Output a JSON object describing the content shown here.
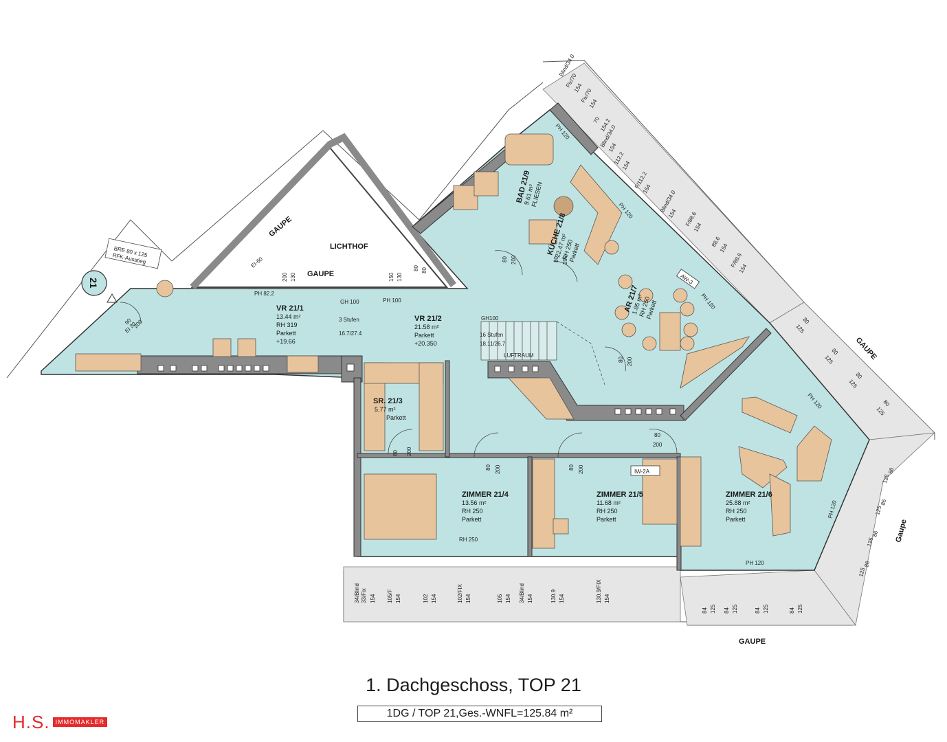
{
  "plan": {
    "title": "1. Dachgeschoss, TOP 21",
    "subtitle": "1DG / TOP 21,Ges.-WNFL=125.84 m²",
    "apartment_marker": "21",
    "rooms": [
      {
        "id": "vr1",
        "name": "VR 21/1",
        "area": "13.44 m²",
        "height": "RH 319",
        "floor": "Parkett",
        "level": "+19.66"
      },
      {
        "id": "vr2",
        "name": "VR 21/2",
        "area": "21.58 m²",
        "floor": "Parkett",
        "level": "+20.350"
      },
      {
        "id": "sr3",
        "name": "SR. 21/3",
        "area": "5.77 m²",
        "floor": "Parkett"
      },
      {
        "id": "z4",
        "name": "ZIMMER 21/4",
        "area": "13.56 m²",
        "height": "RH 250",
        "floor": "Parkett"
      },
      {
        "id": "z5",
        "name": "ZIMMER 21/5",
        "area": "11.68 m²",
        "height": "RH 250",
        "floor": "Parkett"
      },
      {
        "id": "z6",
        "name": "ZIMMER 21/6",
        "area": "25.88 m²",
        "height": "RH 250",
        "floor": "Parkett"
      },
      {
        "id": "bad",
        "name": "BAD 21/9",
        "area": "9.61 m²",
        "floor": "FLIESEN"
      },
      {
        "id": "kue",
        "name": "KÜCHE 21/8",
        "area": "22.47 m²",
        "height": "RH 250",
        "floor": "Parkett"
      },
      {
        "id": "ar",
        "name": "AR 21/7",
        "area": "1.85 m²",
        "height": "RH 250",
        "floor": "Parkett"
      }
    ],
    "labels": {
      "lichthof": "LICHTHOF",
      "gaupe": "GAUPE",
      "gaupe_small": "Gaupe",
      "luftraum": "LUFTRAUM",
      "bre": "BRE 80 x 125",
      "rfk": "RFK-Ausstieg",
      "ei60": "EI-60",
      "ei30": "EI 30",
      "ph822": "PH 82.2",
      "ph100": "PH 100",
      "ph120": "PH 120",
      "gh100": "GH 100",
      "gh100b": "GH100",
      "stufen3": "3 Stufen",
      "stufen3dim": "16.7/27.4",
      "stufen16": "16 Stufen",
      "stufen16dim": "18.11/26.7",
      "rh250": "RH 250",
      "iw2a": "IW-2A",
      "aw3": "AW-3"
    },
    "doors": [
      "80",
      "200",
      "90",
      "200",
      "80",
      "200",
      "80",
      "200",
      "80",
      "200",
      "80",
      "200",
      "80",
      "200",
      "80",
      "200"
    ],
    "dims_bottom": [
      "34/Blind",
      "33/Fix",
      "154",
      "105/F",
      "154",
      "102",
      "154",
      "102/FIX",
      "154",
      "105",
      "154",
      "34/Blind",
      "154",
      "130.9",
      "154",
      "130.9/FIX",
      "154",
      "84",
      "125",
      "84",
      "125",
      "84",
      "125",
      "84",
      "125"
    ],
    "dims_right": [
      "86",
      "125",
      "86",
      "125",
      "86",
      "125",
      "86",
      "125"
    ],
    "dims_gaupe_right": [
      "80",
      "125",
      "80",
      "125",
      "80",
      "125",
      "80",
      "125"
    ],
    "dims_top_right": [
      "Blind/34.0",
      "Fix/70",
      "154",
      "Fix/70",
      "154",
      "70",
      "154.2",
      "Blind/34.0",
      "154",
      "112.2",
      "154",
      "F/112.2",
      "154",
      "Blind/34.0",
      "154",
      "F/88.6",
      "154",
      "88.6",
      "154",
      "F/88.6",
      "154"
    ],
    "dims_lichthof": [
      "200",
      "130",
      "150",
      "130",
      "80",
      "80"
    ],
    "logo": {
      "main": "H.S.",
      "sub": "IMMOMAKLER"
    }
  },
  "colors": {
    "room": "#bfe3e3",
    "wall": "#8a8a8a",
    "wood": "#e8c49c",
    "ink": "#1a1a1a",
    "brand": "#e42a2a"
  }
}
